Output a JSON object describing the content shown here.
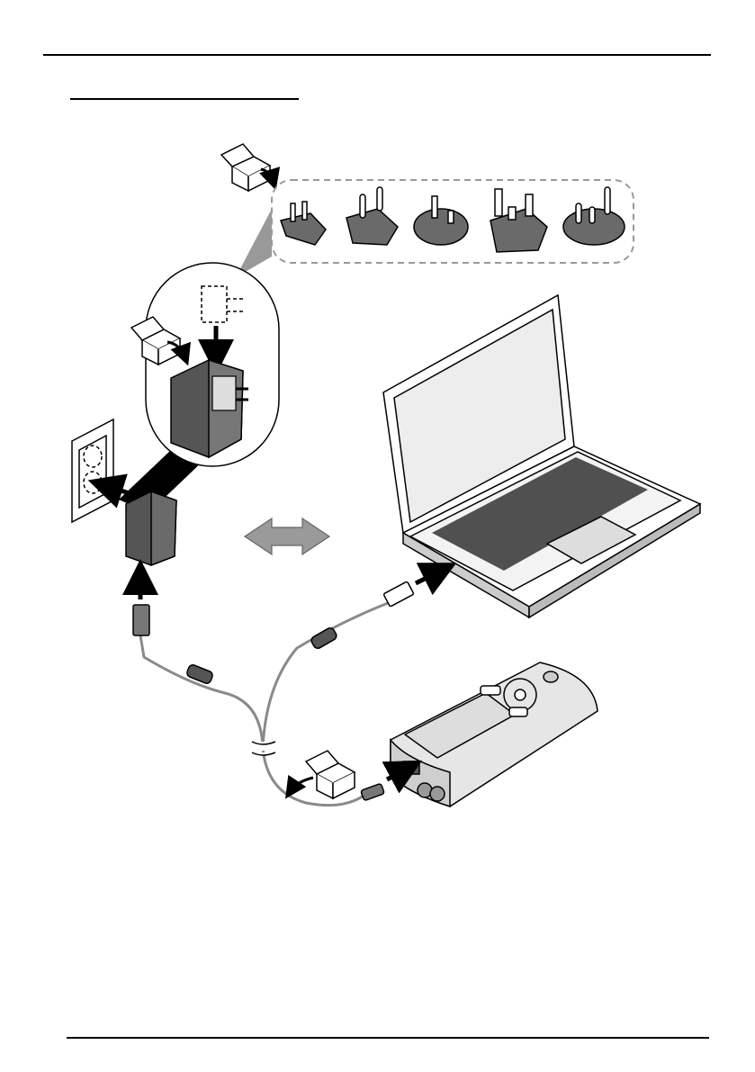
{
  "page": {
    "heading_text": "",
    "footer_text": ""
  },
  "figure": {
    "items": [
      "wall-outlet",
      "power-adapter",
      "plug-adapter-set",
      "laptop",
      "usb-cable",
      "handheld-meter",
      "box-icon"
    ]
  },
  "colors": {
    "line": "#000000",
    "adapter_body": "#555555",
    "cable": "#8a8a8a",
    "arrow_gray": "#9a9a9a",
    "device_shell": "#e6e6e6"
  }
}
